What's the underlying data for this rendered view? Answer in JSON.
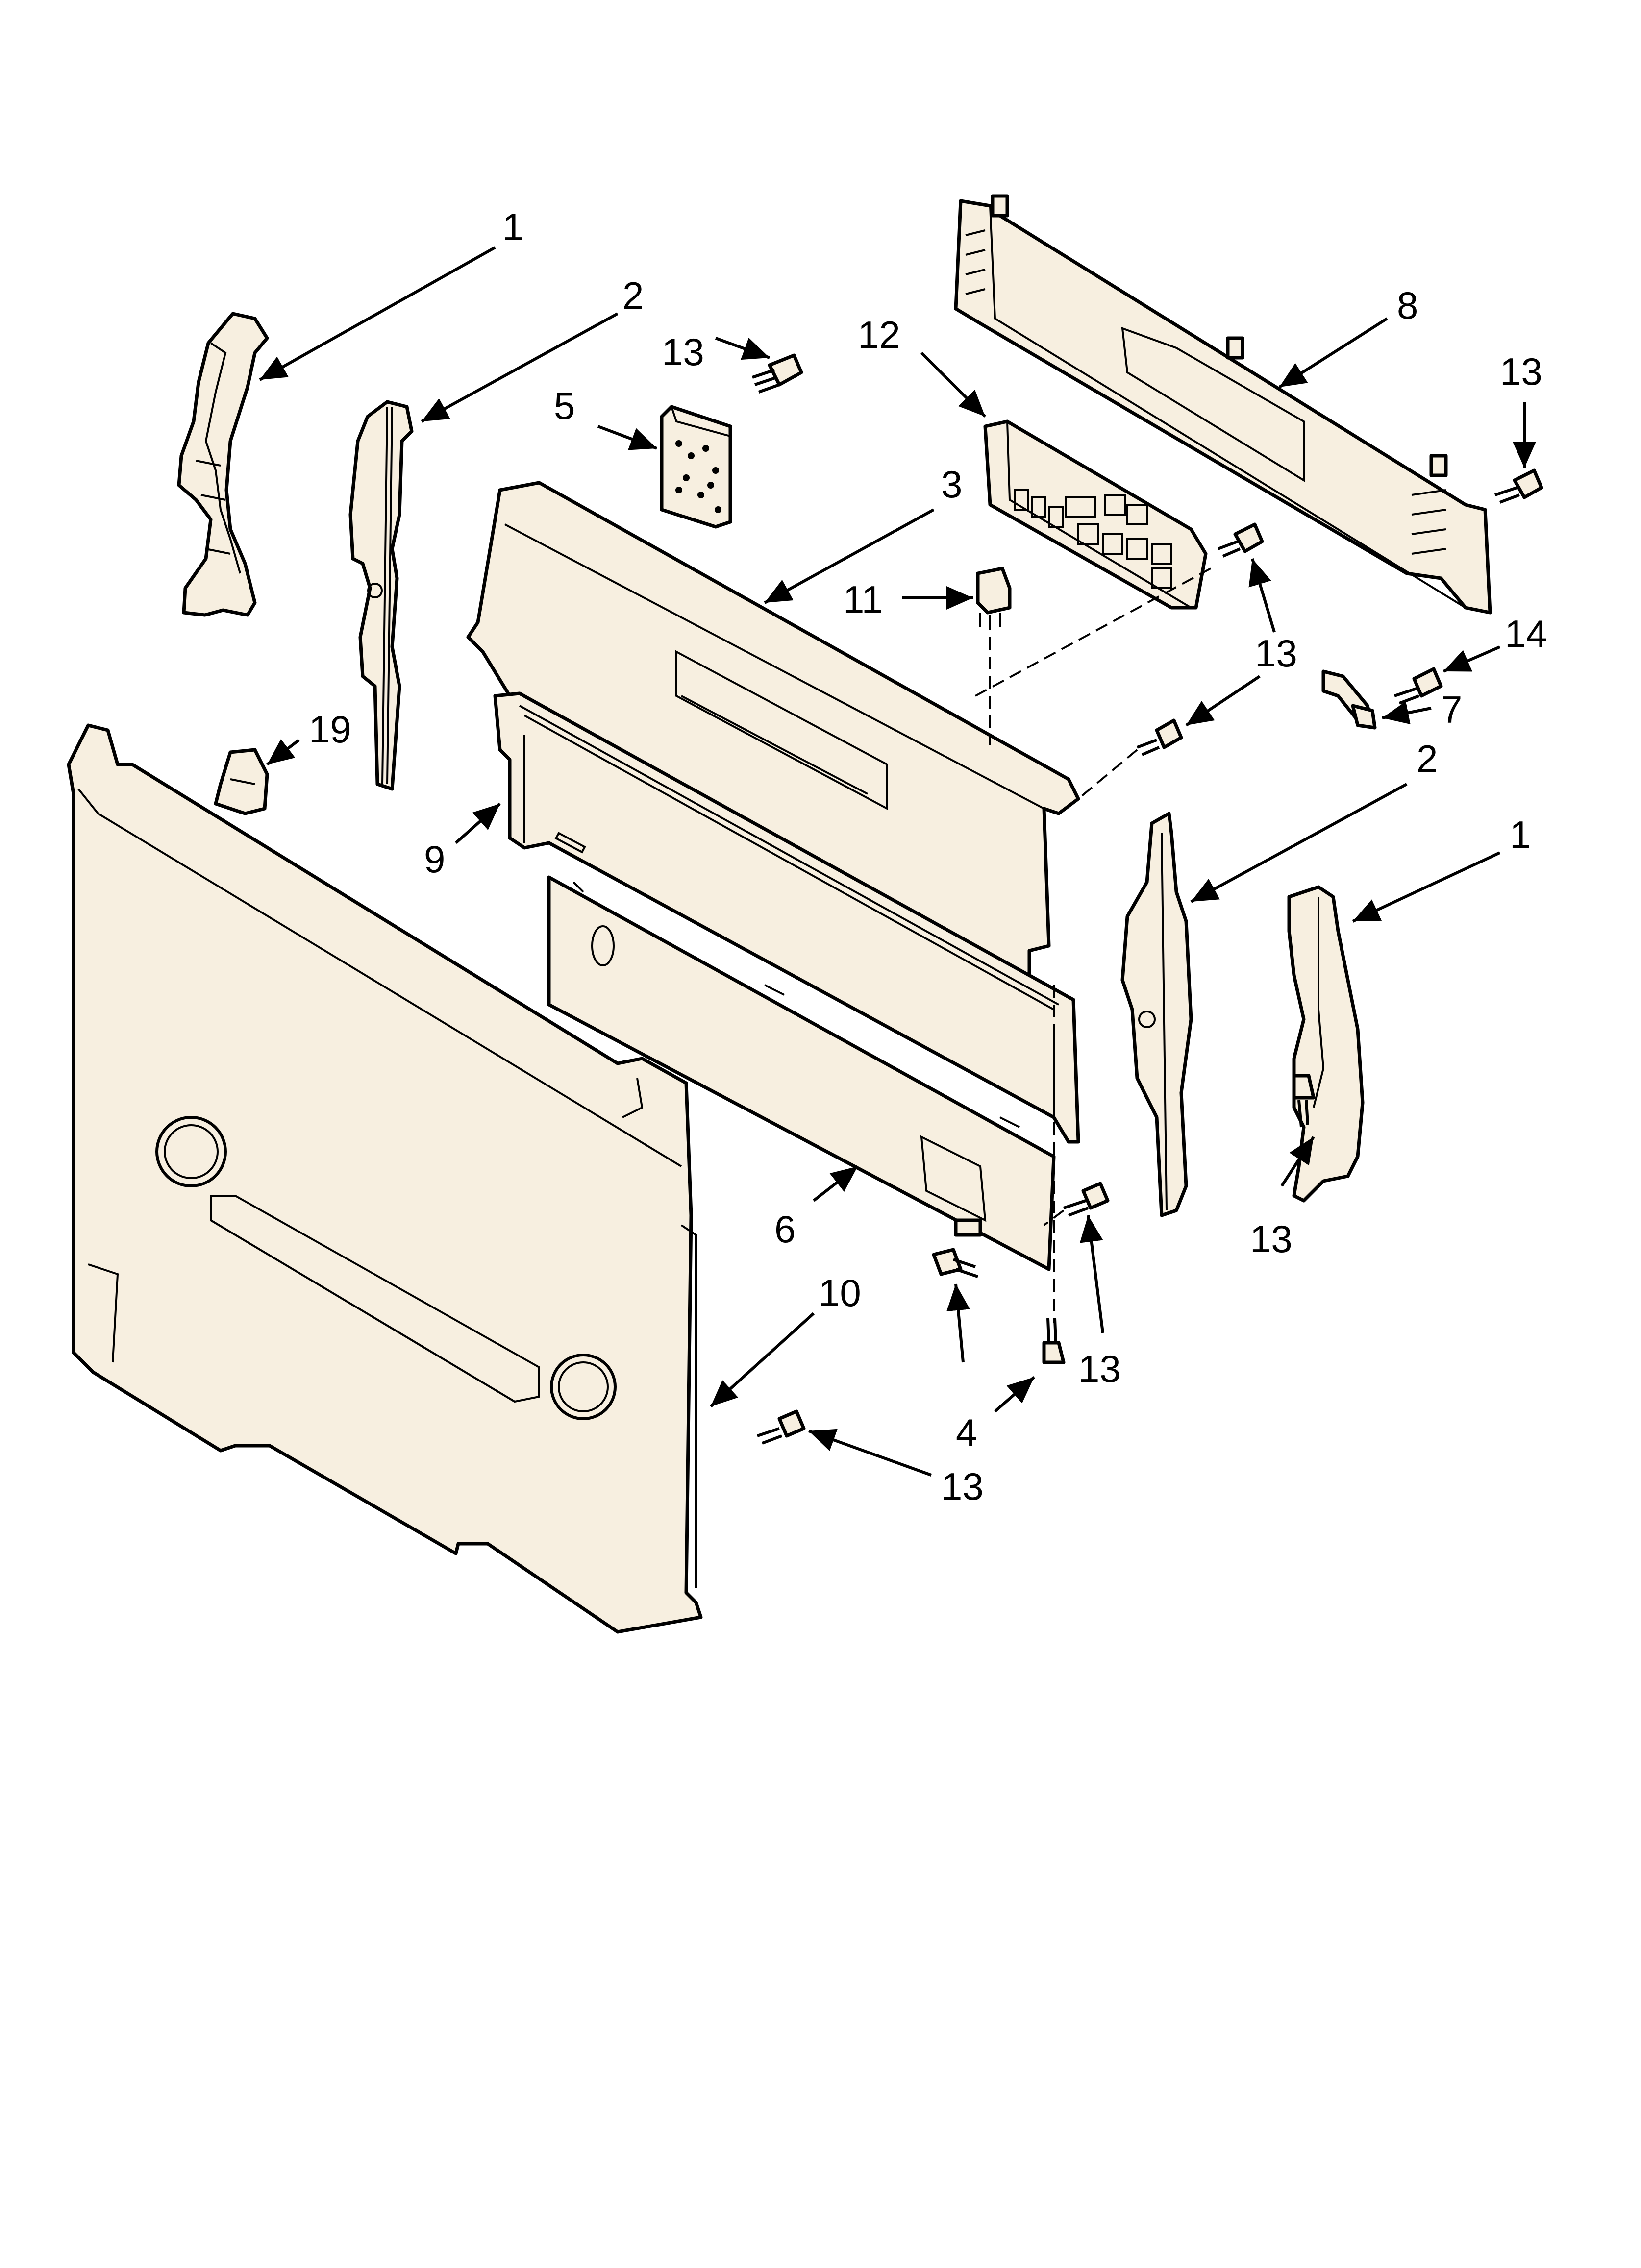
{
  "callouts": [
    {
      "id": "c1a",
      "label": "1"
    },
    {
      "id": "c2a",
      "label": "2"
    },
    {
      "id": "c13a",
      "label": "13"
    },
    {
      "id": "c5",
      "label": "5"
    },
    {
      "id": "c12",
      "label": "12"
    },
    {
      "id": "c3",
      "label": "3"
    },
    {
      "id": "c8",
      "label": "8"
    },
    {
      "id": "c13b",
      "label": "13"
    },
    {
      "id": "c11",
      "label": "11"
    },
    {
      "id": "c13c",
      "label": "13"
    },
    {
      "id": "c14",
      "label": "14"
    },
    {
      "id": "c7",
      "label": "7"
    },
    {
      "id": "c19",
      "label": "19"
    },
    {
      "id": "c9",
      "label": "9"
    },
    {
      "id": "c2b",
      "label": "2"
    },
    {
      "id": "c1b",
      "label": "1"
    },
    {
      "id": "c6",
      "label": "6"
    },
    {
      "id": "c13d",
      "label": "13"
    },
    {
      "id": "c10",
      "label": "10"
    },
    {
      "id": "c13e",
      "label": "13"
    },
    {
      "id": "c4",
      "label": "4"
    },
    {
      "id": "c13f",
      "label": "13"
    }
  ]
}
